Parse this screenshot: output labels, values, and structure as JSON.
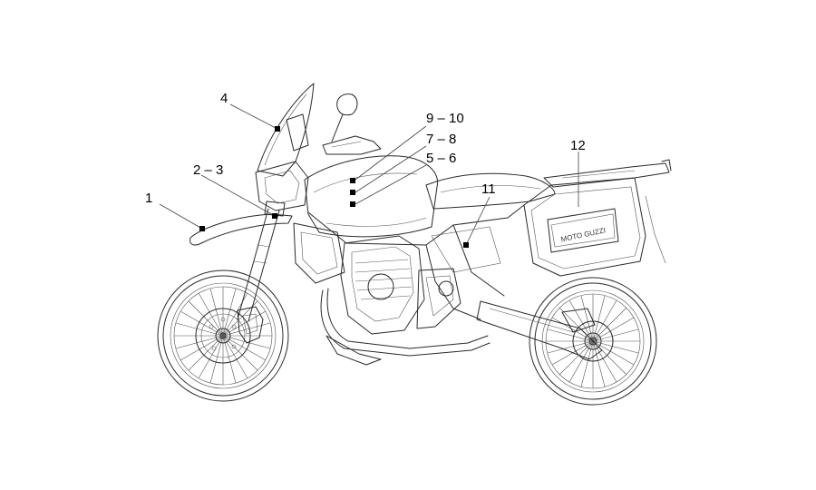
{
  "diagram": {
    "callouts": [
      {
        "id": "c1",
        "label": "1"
      },
      {
        "id": "c2",
        "label": "2 – 3"
      },
      {
        "id": "c3",
        "label": "4"
      },
      {
        "id": "c4",
        "label": "9 – 10"
      },
      {
        "id": "c5",
        "label": "7 – 8"
      },
      {
        "id": "c6",
        "label": "5 – 6"
      },
      {
        "id": "c7",
        "label": "11"
      },
      {
        "id": "c8",
        "label": "12"
      }
    ],
    "pannier_badge": "MOTO GUZZI"
  },
  "colors": {
    "line": "#2a2a2a",
    "marker": "#000000",
    "background": "#ffffff"
  }
}
